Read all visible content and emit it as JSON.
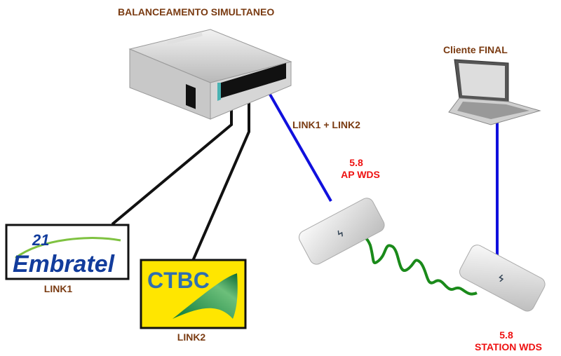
{
  "title": "BALANCEAMENTO SIMULTANEO",
  "uplink_label": "LINK1 + LINK2",
  "client_label": "Cliente FINAL",
  "ap": {
    "band": "5.8",
    "label": "AP WDS"
  },
  "station": {
    "band": "5.8",
    "label": "STATION WDS"
  },
  "link1": {
    "label": "LINK1",
    "logo_text": "Embratel",
    "logo_number": "21"
  },
  "link2": {
    "label": "LINK2",
    "logo_text": "CTBC"
  },
  "colors": {
    "label_brown": "#7a3b12",
    "label_red": "#ee1111",
    "uplink_cable": "#1010dd",
    "isp_cable": "#111111",
    "wireless_link": "#1a8a1a",
    "ctbc_yellow": "#ffe600",
    "embratel_blue": "#123c9c"
  },
  "icons": [
    "router-device",
    "laptop",
    "ap-antenna",
    "station-antenna"
  ]
}
